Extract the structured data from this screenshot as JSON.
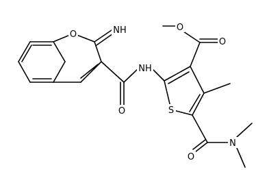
{
  "molecule": {
    "atom_labels": {
      "ring_oxygen": "O",
      "imine": "NH",
      "amide_nh": "NH",
      "amide_carbonyl_o": "O",
      "ester_ether_o": "O",
      "ester_carbonyl_o": "O",
      "thiophene_s": "S",
      "dimethylamide_carbonyl_o": "O",
      "dimethylamide_n": "N"
    }
  }
}
